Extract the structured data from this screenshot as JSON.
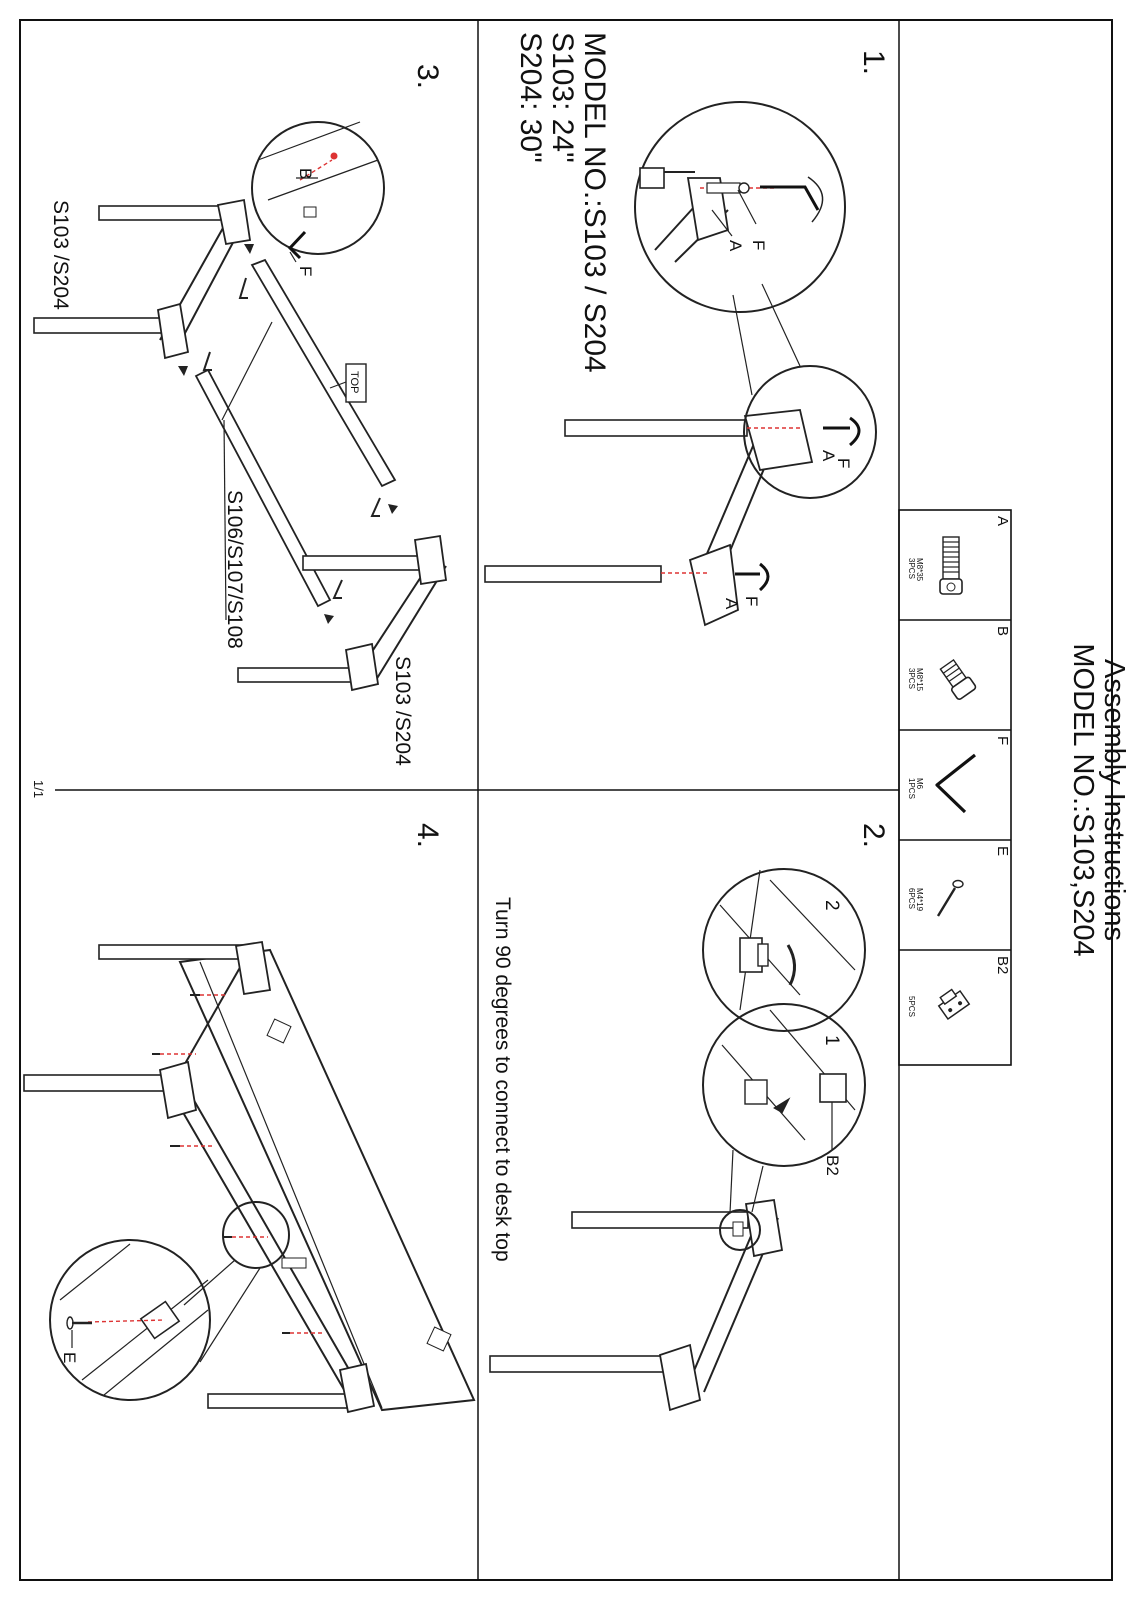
{
  "header": {
    "title": "Assembly Instructions",
    "model": "MODEL NO.:S103,S204"
  },
  "parts": [
    {
      "letter": "A",
      "spec": "M8*35",
      "qty": "3PCS",
      "icon": "socket-bolt-long-icon"
    },
    {
      "letter": "B",
      "spec": "M8*15",
      "qty": "3PCS",
      "icon": "socket-bolt-short-icon"
    },
    {
      "letter": "F",
      "spec": "M6",
      "qty": "1PCS",
      "icon": "allen-key-icon"
    },
    {
      "letter": "E",
      "spec": "M4*19",
      "qty": "6PCS",
      "icon": "wood-screw-icon"
    },
    {
      "letter": "B2",
      "spec": "",
      "qty": "5PCS",
      "icon": "connector-clip-icon"
    }
  ],
  "step1": {
    "number": "1.",
    "model": "MODEL NO.:S103 / S204",
    "size1": "S103: 24\"",
    "size2": "S204: 30\"",
    "callouts": {
      "a": "A",
      "f": "F"
    }
  },
  "step2": {
    "number": "2.",
    "note": "Turn 90 degrees to connect to desk top",
    "sub1": "1",
    "sub2": "2",
    "callout": "B2"
  },
  "step3": {
    "number": "3.",
    "frame_left": "S103 /S204",
    "frame_right": "S103 /S204",
    "beams": "S106/S107/S108",
    "top_tag": "TOP",
    "callouts": {
      "b": "B",
      "f": "F"
    }
  },
  "step4": {
    "number": "4.",
    "callout": "E"
  },
  "footer": {
    "page": "1/1"
  }
}
